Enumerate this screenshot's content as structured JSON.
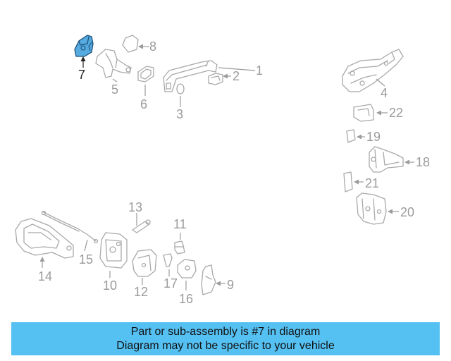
{
  "diagram": {
    "highlighted_part": "7",
    "callouts": [
      "1",
      "2",
      "3",
      "4",
      "5",
      "6",
      "7",
      "8",
      "9",
      "10",
      "11",
      "12",
      "13",
      "14",
      "15",
      "16",
      "17",
      "18",
      "19",
      "20",
      "21",
      "22"
    ]
  },
  "banner": {
    "line1": "Part or sub-assembly is #7 in diagram",
    "line2": "Diagram may not be specific to your vehicle"
  },
  "colors": {
    "banner_bg": "#55c0f2",
    "highlight": "#55aadf",
    "line_art": "#a9a9a9"
  }
}
